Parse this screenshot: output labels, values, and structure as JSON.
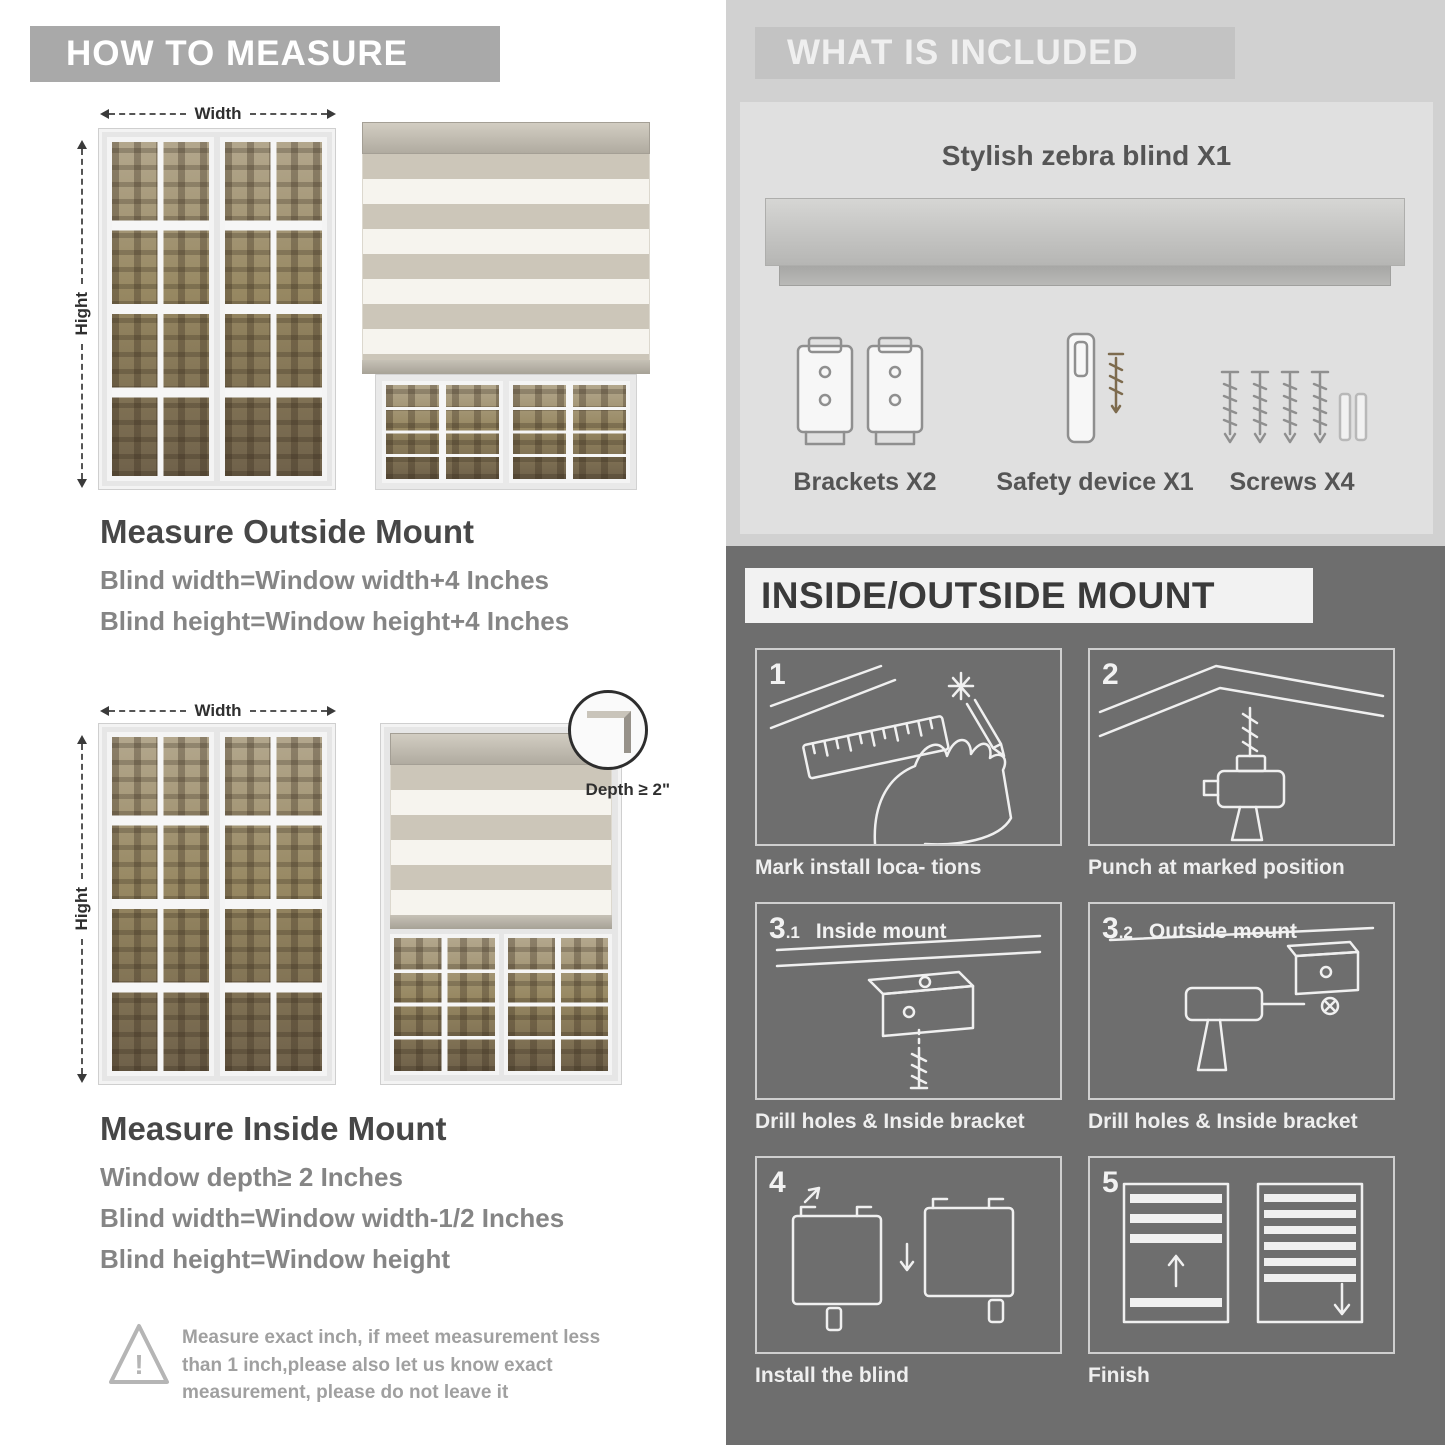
{
  "palette": {
    "banner_gray": "#a9a9a9",
    "heading_dark": "#474747",
    "body_gray": "#858585",
    "right_top_bg": "#d1d1d1",
    "right_bottom_bg": "#6e6e6e",
    "line_art": "#f0f0f0"
  },
  "how_to_measure": {
    "header": "HOW TO MEASURE",
    "outside": {
      "width_label": "Width",
      "height_label": "Hight",
      "title": "Measure Outside Mount",
      "lines": [
        "Blind width=Window width+4 Inches",
        "Blind height=Window height+4 Inches"
      ]
    },
    "inside": {
      "width_label": "Width",
      "height_label": "Hight",
      "depth_label": "Depth ≥ 2\"",
      "title": "Measure Inside Mount",
      "lines": [
        "Window depth≥ 2 Inches",
        "Blind width=Window width-1/2 Inches",
        "Blind height=Window height"
      ]
    },
    "warning_text": "Measure exact inch, if meet measurement less than 1 inch,please also let us know exact measurement, please do not leave it"
  },
  "included": {
    "header": "WHAT IS INCLUDED",
    "product_label": "Stylish zebra blind X1",
    "items": [
      {
        "label": "Brackets X2",
        "icon": "brackets-icon"
      },
      {
        "label": "Safety device X1",
        "icon": "safety-device-icon"
      },
      {
        "label": "Screws X4",
        "icon": "screws-icon"
      }
    ]
  },
  "mount_guide": {
    "header": "INSIDE/OUTSIDE MOUNT",
    "steps": [
      {
        "num": "1",
        "sub": "",
        "title": "",
        "caption": "Mark install loca- tions"
      },
      {
        "num": "2",
        "sub": "",
        "title": "",
        "caption": "Punch at marked position"
      },
      {
        "num": "3",
        "sub": ".1",
        "title": "Inside mount",
        "caption": "Drill holes & Inside bracket"
      },
      {
        "num": "3",
        "sub": ".2",
        "title": "Outside mount",
        "caption": "Drill holes & Inside bracket"
      },
      {
        "num": "4",
        "sub": "",
        "title": "",
        "caption": "Install the blind"
      },
      {
        "num": "5",
        "sub": "",
        "title": "",
        "caption": "Finish"
      }
    ]
  }
}
